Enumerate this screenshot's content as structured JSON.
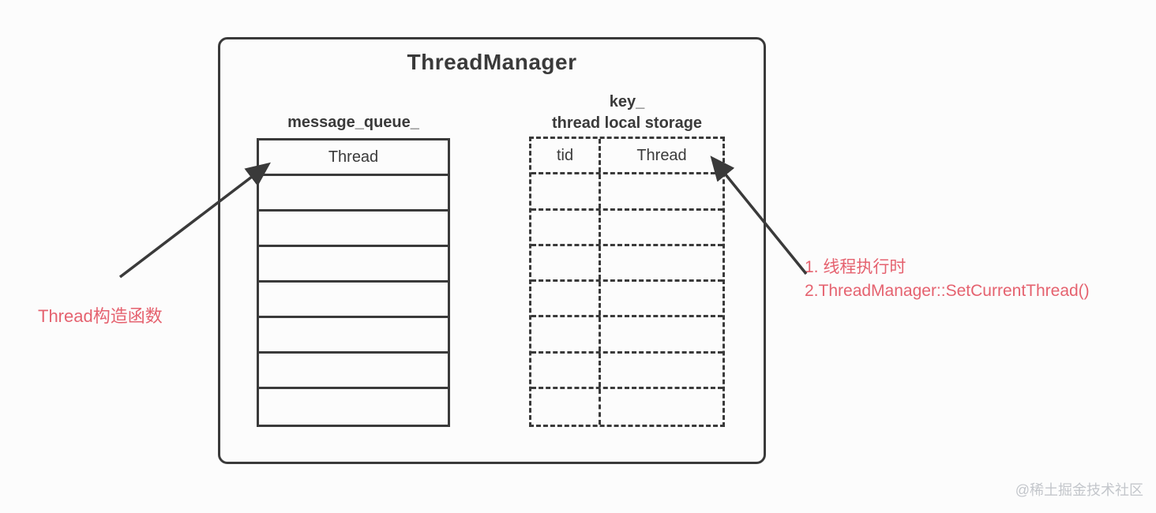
{
  "diagram": {
    "title": "ThreadManager",
    "message_queue": {
      "label": "message_queue_",
      "header": "Thread",
      "empty_rows": 7
    },
    "thread_local_storage": {
      "label_line1": "key_",
      "label_line2": "thread local storage",
      "col1_header": "tid",
      "col2_header": "Thread",
      "empty_rows": 7
    },
    "annotations": {
      "left": "Thread构造函数",
      "right_line1": "1. 线程执行时",
      "right_line2": "2.ThreadManager::SetCurrentThread()"
    },
    "colors": {
      "line": "#3a3a3a",
      "annotation": "#e5626f",
      "watermark": "#c3c6cb"
    }
  },
  "watermark": {
    "text": "@稀土掘金技术社区"
  }
}
